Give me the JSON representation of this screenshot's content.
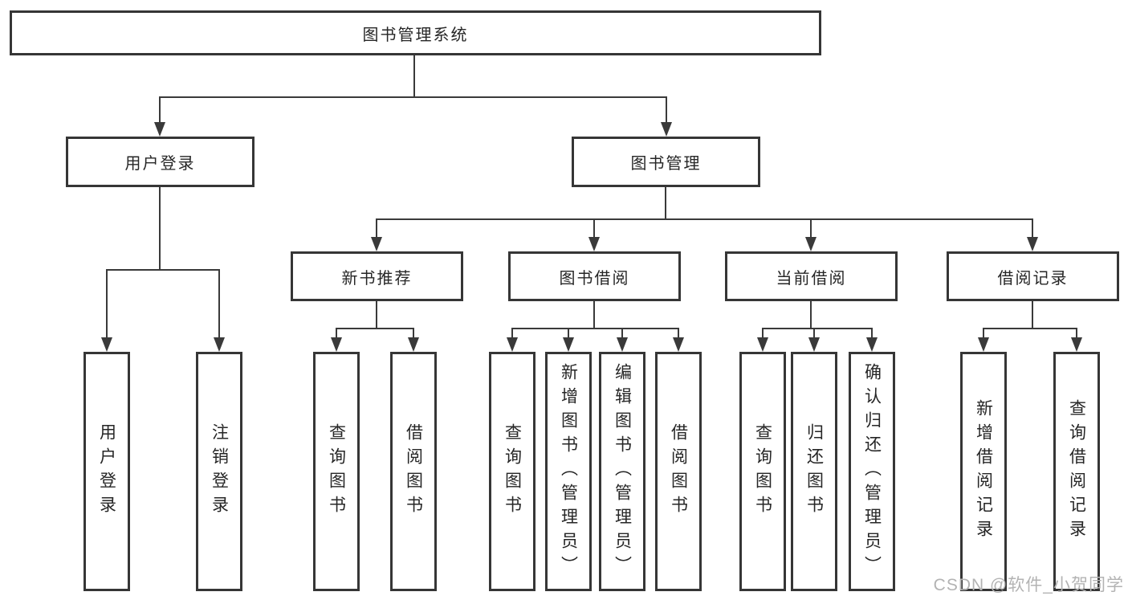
{
  "diagram": {
    "root": {
      "label": "图书管理系统"
    },
    "branches": [
      {
        "label": "用户登录",
        "children": [
          "用户登录",
          "注销登录"
        ]
      },
      {
        "label": "图书管理",
        "sections": [
          {
            "label": "新书推荐",
            "children": [
              "查询图书",
              "借阅图书"
            ]
          },
          {
            "label": "图书借阅",
            "children": [
              "查询图书",
              "新增图书（管理员）",
              "编辑图书（管理员）",
              "借阅图书"
            ]
          },
          {
            "label": "当前借阅",
            "children": [
              "查询图书",
              "归还图书",
              "确认归还（管理员）"
            ]
          },
          {
            "label": "借阅记录",
            "children": [
              "新增借阅记录",
              "查询借阅记录"
            ]
          }
        ]
      }
    ],
    "watermark": "CSDN @软件_小贺同学",
    "colors": {
      "line": "#3a3a3a",
      "border": "#363636",
      "text": "#262626",
      "watermark": "#b3b3b3",
      "background": "#ffffff"
    }
  }
}
